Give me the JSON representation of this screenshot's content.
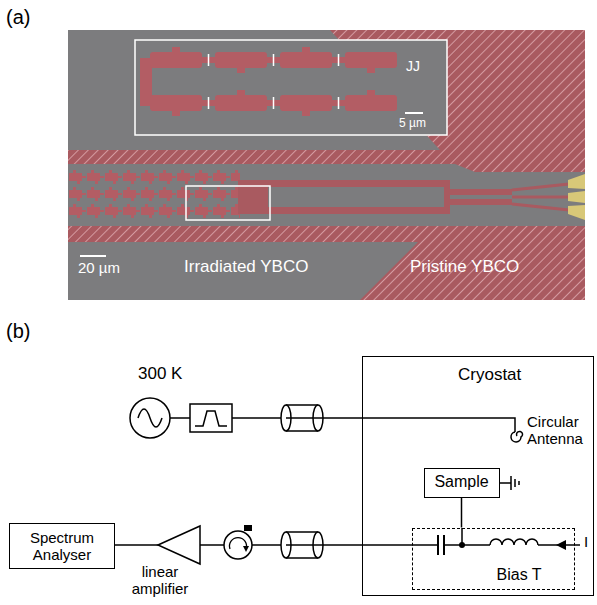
{
  "diagram": {
    "nodes": [
      {
        "text": [
          "Cryostat"
        ]
      },
      {
        "text": [
          "Sample"
        ],
        "in": 0
      },
      {
        "text": [
          "Bias T"
        ],
        "in": 0
      },
      {
        "text": [
          "Spectrum Analyser"
        ]
      }
    ],
    "edges": [
      {
        "from": 1,
        "to": 2,
        "arrow": "none"
      }
    ],
    "labels": [
      "(a)",
      "JJ",
      "5 µm",
      "20 µm",
      "Irradiated YBCO",
      "Pristine YBCO",
      "(b)",
      "300 K",
      "Circular Antenna",
      "linear amplifier",
      "I"
    ]
  }
}
